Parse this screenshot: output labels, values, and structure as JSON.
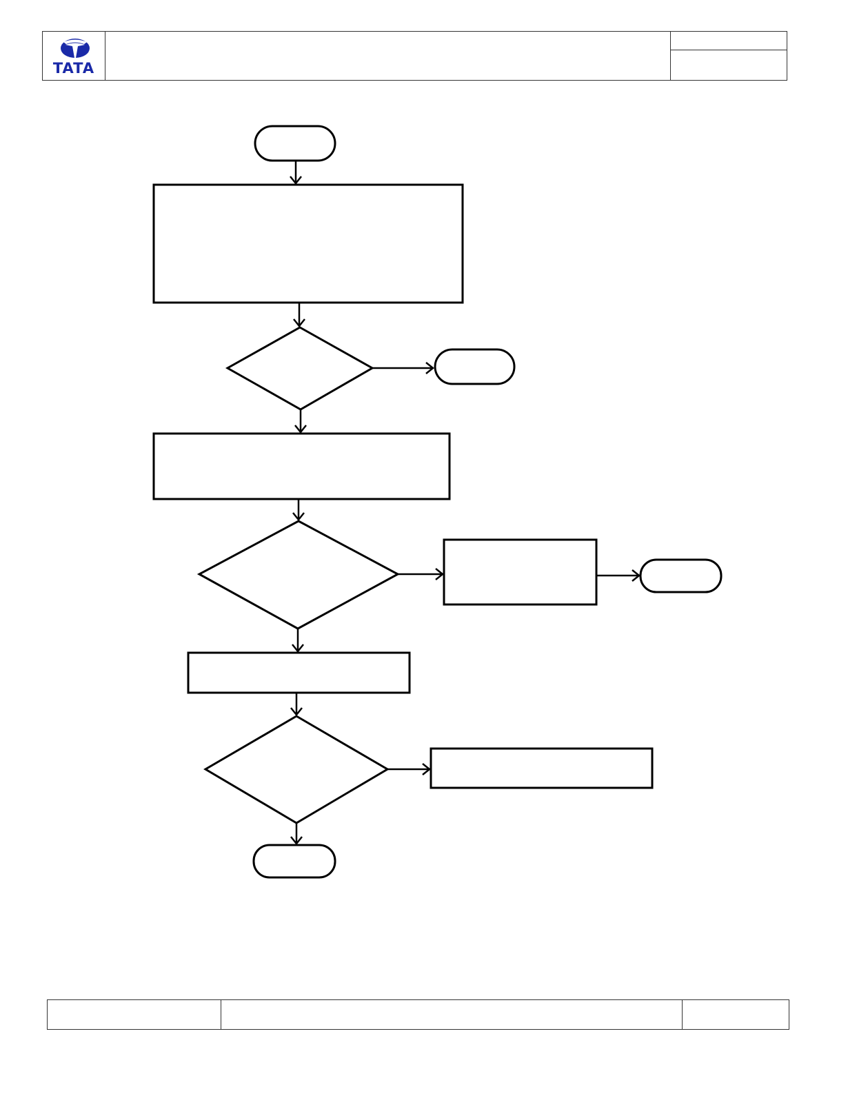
{
  "header": {
    "logo_text": "TATA",
    "brand_color": "#1a2aa8",
    "title": "",
    "doc_no": "",
    "rev": ""
  },
  "footer": {
    "left": "",
    "center": "",
    "right": ""
  },
  "flowchart": {
    "nodes": [
      {
        "id": "start",
        "type": "terminator",
        "label": ""
      },
      {
        "id": "step-1",
        "type": "process",
        "label": ""
      },
      {
        "id": "decision-1",
        "type": "decision",
        "label": ""
      },
      {
        "id": "end-1",
        "type": "terminator",
        "label": ""
      },
      {
        "id": "step-2",
        "type": "process",
        "label": ""
      },
      {
        "id": "decision-2",
        "type": "decision",
        "label": ""
      },
      {
        "id": "step-3",
        "type": "process",
        "label": ""
      },
      {
        "id": "end-2",
        "type": "terminator",
        "label": ""
      },
      {
        "id": "step-4",
        "type": "process",
        "label": ""
      },
      {
        "id": "decision-3",
        "type": "decision",
        "label": ""
      },
      {
        "id": "step-5",
        "type": "process",
        "label": ""
      },
      {
        "id": "end-3",
        "type": "terminator",
        "label": ""
      }
    ],
    "edges": [
      {
        "from": "start",
        "to": "step-1"
      },
      {
        "from": "step-1",
        "to": "decision-1"
      },
      {
        "from": "decision-1",
        "to": "end-1"
      },
      {
        "from": "decision-1",
        "to": "step-2"
      },
      {
        "from": "step-2",
        "to": "decision-2"
      },
      {
        "from": "decision-2",
        "to": "step-3"
      },
      {
        "from": "step-3",
        "to": "end-2"
      },
      {
        "from": "decision-2",
        "to": "step-4"
      },
      {
        "from": "step-4",
        "to": "decision-3"
      },
      {
        "from": "decision-3",
        "to": "step-5"
      },
      {
        "from": "decision-3",
        "to": "end-3"
      }
    ]
  }
}
